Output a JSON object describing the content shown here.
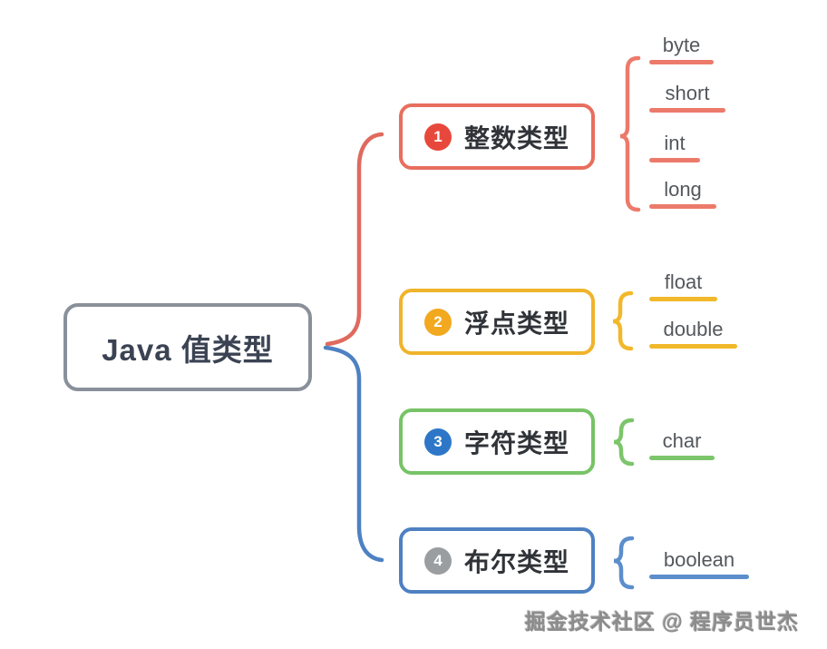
{
  "root": {
    "label": "Java 值类型"
  },
  "branches": [
    {
      "number": "1",
      "label": "整数类型",
      "border_color": "#E86E5E",
      "badge_color": "#E8483C",
      "line_color": "#EC7A6B",
      "leaves": [
        "byte",
        "short",
        "int",
        "long"
      ]
    },
    {
      "number": "2",
      "label": "浮点类型",
      "border_color": "#EFB42A",
      "badge_color": "#F2A81F",
      "line_color": "#F2B82B",
      "leaves": [
        "float",
        "double"
      ]
    },
    {
      "number": "3",
      "label": "字符类型",
      "border_color": "#77C366",
      "badge_color": "#2E77C8",
      "line_color": "#7CC56B",
      "leaves": [
        "char"
      ]
    },
    {
      "number": "4",
      "label": "布尔类型",
      "border_color": "#4E81C2",
      "badge_color": "#9B9EA1",
      "line_color": "#5C8ECB",
      "leaves": [
        "boolean"
      ]
    }
  ],
  "connectors": {
    "top_color": "#DF6A5E",
    "bottom_color": "#4E81C2"
  },
  "root_border_color": "#8A909A",
  "watermark": "掘金技术社区 @ 程序员世杰"
}
